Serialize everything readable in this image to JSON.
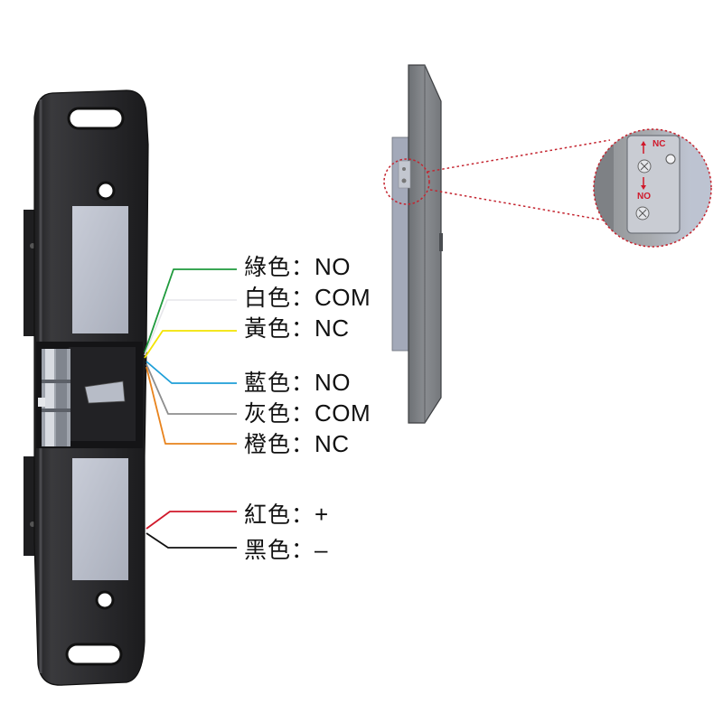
{
  "wires": [
    {
      "color_name": "綠色",
      "terminal": "NO",
      "wire_color": "#1f9a3c"
    },
    {
      "color_name": "白色",
      "terminal": "COM",
      "wire_color": "#e6e6ea"
    },
    {
      "color_name": "黃色",
      "terminal": "NC",
      "wire_color": "#f3e400"
    },
    {
      "color_name": "藍色",
      "terminal": "NO",
      "wire_color": "#1e9fd8"
    },
    {
      "color_name": "灰色",
      "terminal": "COM",
      "wire_color": "#8e8e8e"
    },
    {
      "color_name": "橙色",
      "terminal": "NC",
      "wire_color": "#e8831d"
    },
    {
      "color_name": "紅色",
      "terminal": "+",
      "wire_color": "#d0192b"
    },
    {
      "color_name": "黑色",
      "terminal": "–",
      "wire_color": "#111111"
    }
  ],
  "separator": "：",
  "zoom": {
    "nc_label": "NC",
    "no_label": "NO",
    "label_color": "#d0192b",
    "callout_color": "#c4242f"
  },
  "colors": {
    "lock_body": "#2b2b2d",
    "lock_face_panel": "#b8bdc9",
    "side_plate": "#7f8286",
    "side_rail": "#a3a9b9"
  }
}
